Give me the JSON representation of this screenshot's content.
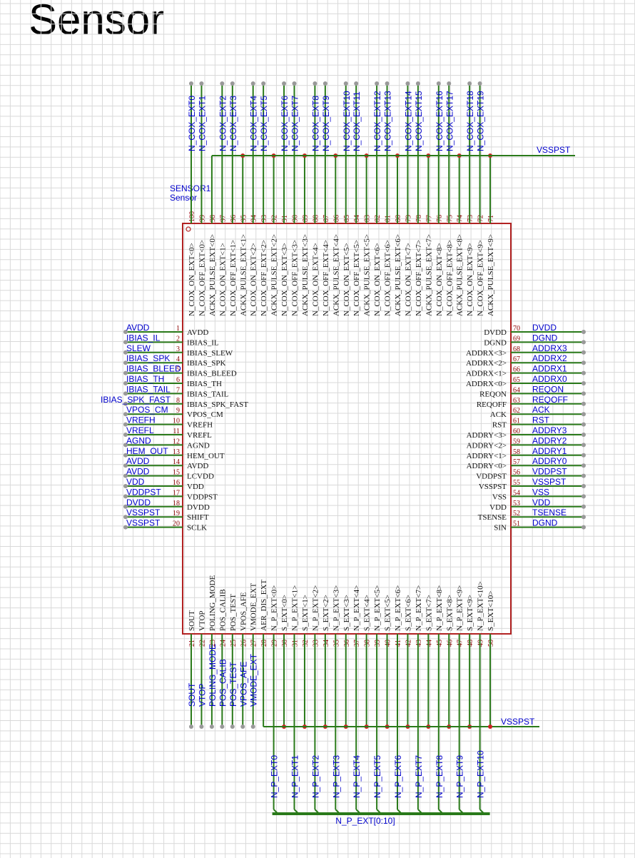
{
  "page_title": "Sensor",
  "instance": {
    "ref": "SENSOR1",
    "value": "Sensor"
  },
  "colors": {
    "wire": "#2a7a1a",
    "part_outline": "#b22222",
    "pin_number": "#8b0000",
    "net_label": "#0000cc",
    "pin_name": "#111111",
    "junction": "#cc2222",
    "terminal": "#999999",
    "grid": "#d9d9d9"
  },
  "pins": {
    "left": [
      {
        "num": "1",
        "name": "AVDD",
        "net": "AVDD"
      },
      {
        "num": "2",
        "name": "IBIAS_IL",
        "net": "IBIAS_IL"
      },
      {
        "num": "3",
        "name": "IBIAS_SLEW",
        "net": "SLEW"
      },
      {
        "num": "4",
        "name": "IBIAS_SPK",
        "net": "IBIAS_SPK"
      },
      {
        "num": "5",
        "name": "IBIAS_BLEED",
        "net": "IBIAS_BLEED"
      },
      {
        "num": "6",
        "name": "IBIAS_TH",
        "net": "IBIAS_TH"
      },
      {
        "num": "7",
        "name": "IBIAS_TAIL",
        "net": "IBIAS_TAIL"
      },
      {
        "num": "8",
        "name": "IBIAS_SPK_FAST",
        "net": "IBIAS_SPK_FAST"
      },
      {
        "num": "9",
        "name": "VPOS_CM",
        "net": "VPOS_CM"
      },
      {
        "num": "10",
        "name": "VREFH",
        "net": "VREFH"
      },
      {
        "num": "11",
        "name": "VREFL",
        "net": "VREFL"
      },
      {
        "num": "12",
        "name": "AGND",
        "net": "AGND"
      },
      {
        "num": "13",
        "name": "HEM_OUT",
        "net": "HEM_OUT"
      },
      {
        "num": "14",
        "name": "AVDD",
        "net": "AVDD"
      },
      {
        "num": "15",
        "name": "LCVDD",
        "net": "AVDD"
      },
      {
        "num": "16",
        "name": "VDD",
        "net": "VDD"
      },
      {
        "num": "17",
        "name": "VDDPST",
        "net": "VDDPST"
      },
      {
        "num": "18",
        "name": "DVDD",
        "net": "DVDD"
      },
      {
        "num": "19",
        "name": "SHIFT",
        "net": "VSSPST"
      },
      {
        "num": "20",
        "name": "SCLK",
        "net": "VSSPST"
      }
    ],
    "right": [
      {
        "num": "70",
        "name": "DVDD",
        "net": "DVDD"
      },
      {
        "num": "69",
        "name": "DGND",
        "net": "DGND"
      },
      {
        "num": "68",
        "name": "ADDRX<3>",
        "net": "ADDRX3"
      },
      {
        "num": "67",
        "name": "ADDRX<2>",
        "net": "ADDRX2"
      },
      {
        "num": "66",
        "name": "ADDRX<1>",
        "net": "ADDRX1"
      },
      {
        "num": "65",
        "name": "ADDRX<0>",
        "net": "ADDRX0"
      },
      {
        "num": "64",
        "name": "REQON",
        "net": "REQON"
      },
      {
        "num": "63",
        "name": "REQOFF",
        "net": "REQOFF"
      },
      {
        "num": "62",
        "name": "ACK",
        "net": "ACK"
      },
      {
        "num": "61",
        "name": "RST",
        "net": "RST"
      },
      {
        "num": "60",
        "name": "ADDRY<3>",
        "net": "ADDRY3"
      },
      {
        "num": "59",
        "name": "ADDRY<2>",
        "net": "ADDRY2"
      },
      {
        "num": "58",
        "name": "ADDRY<1>",
        "net": "ADDRY1"
      },
      {
        "num": "57",
        "name": "ADDRY<0>",
        "net": "ADDRY0"
      },
      {
        "num": "56",
        "name": "VDDPST",
        "net": "VDDPST"
      },
      {
        "num": "55",
        "name": "VSSPST",
        "net": "VSSPST"
      },
      {
        "num": "54",
        "name": "VSS",
        "net": "VSS"
      },
      {
        "num": "53",
        "name": "VDD",
        "net": "VDD"
      },
      {
        "num": "52",
        "name": "TSENSE",
        "net": "TSENSE"
      },
      {
        "num": "51",
        "name": "SIN",
        "net": "DGND"
      }
    ],
    "top": [
      {
        "num": "100",
        "name": "N_COX_ON_EXT<0>"
      },
      {
        "num": "99",
        "name": "N_COX_OFF_EXT<0>"
      },
      {
        "num": "98",
        "name": "ACKX_PULSE_EXT<0>"
      },
      {
        "num": "97",
        "name": "N_COX_ON_EXT<1>"
      },
      {
        "num": "96",
        "name": "N_COX_OFF_EXT<1>"
      },
      {
        "num": "95",
        "name": "ACKX_PULSE_EXT<1>"
      },
      {
        "num": "94",
        "name": "N_COX_ON_EXT<2>"
      },
      {
        "num": "93",
        "name": "N_COX_OFF_EXT<2>"
      },
      {
        "num": "92",
        "name": "ACKX_PULSE_EXT<2>"
      },
      {
        "num": "91",
        "name": "N_COX_ON_EXT<3>"
      },
      {
        "num": "90",
        "name": "N_COX_OFF_EXT<3>"
      },
      {
        "num": "89",
        "name": "ACKX_PULSE_EXT<3>"
      },
      {
        "num": "88",
        "name": "N_COX_ON_EXT<4>"
      },
      {
        "num": "87",
        "name": "N_COX_OFF_EXT<4>"
      },
      {
        "num": "86",
        "name": "ACKX_PULSE_EXT<4>"
      },
      {
        "num": "85",
        "name": "N_COX_ON_EXT<5>"
      },
      {
        "num": "84",
        "name": "N_COX_OFF_EXT<5>"
      },
      {
        "num": "83",
        "name": "ACKX_PULSE_EXT<5>"
      },
      {
        "num": "82",
        "name": "N_COX_ON_EXT<6>"
      },
      {
        "num": "81",
        "name": "N_COX_OFF_EXT<6>"
      },
      {
        "num": "80",
        "name": "ACKX_PULSE_EXT<6>"
      },
      {
        "num": "79",
        "name": "N_COX_ON_EXT<7>"
      },
      {
        "num": "78",
        "name": "N_COX_OFF_EXT<7>"
      },
      {
        "num": "77",
        "name": "ACKX_PULSE_EXT<7>"
      },
      {
        "num": "76",
        "name": "N_COX_ON_EXT<8>"
      },
      {
        "num": "75",
        "name": "N_COX_OFF_EXT<8>"
      },
      {
        "num": "74",
        "name": "ACKX_PULSE_EXT<8>"
      },
      {
        "num": "73",
        "name": "N_COX_ON_EXT<9>"
      },
      {
        "num": "72",
        "name": "N_COX_OFF_EXT<9>"
      },
      {
        "num": "71",
        "name": "ACKX_PULSE_EXT<9>"
      }
    ],
    "bottom": [
      {
        "num": "21",
        "name": "SOUT"
      },
      {
        "num": "22",
        "name": "VTOP"
      },
      {
        "num": "23",
        "name": "POLING_MODE"
      },
      {
        "num": "24",
        "name": "POS_CALIB"
      },
      {
        "num": "25",
        "name": "POS_TEST"
      },
      {
        "num": "26",
        "name": "VPOS_AFE"
      },
      {
        "num": "27",
        "name": "VMODE_EXT"
      },
      {
        "num": "28",
        "name": "AER_DIS_EXT"
      },
      {
        "num": "29",
        "name": "N_P_EXT<0>"
      },
      {
        "num": "30",
        "name": "S_EXT<0>"
      },
      {
        "num": "31",
        "name": "N_P_EXT<1>"
      },
      {
        "num": "32",
        "name": "S_EXT<1>"
      },
      {
        "num": "33",
        "name": "N_P_EXT<2>"
      },
      {
        "num": "34",
        "name": "S_EXT<2>"
      },
      {
        "num": "35",
        "name": "N_P_EXT<3>"
      },
      {
        "num": "36",
        "name": "S_EXT<3>"
      },
      {
        "num": "37",
        "name": "N_P_EXT<4>"
      },
      {
        "num": "38",
        "name": "S_EXT<4>"
      },
      {
        "num": "39",
        "name": "N_P_EXT<5>"
      },
      {
        "num": "40",
        "name": "S_EXT<5>"
      },
      {
        "num": "41",
        "name": "N_P_EXT<6>"
      },
      {
        "num": "42",
        "name": "S_EXT<6>"
      },
      {
        "num": "43",
        "name": "N_P_EXT<7>"
      },
      {
        "num": "44",
        "name": "S_EXT<7>"
      },
      {
        "num": "45",
        "name": "N_P_EXT<8>"
      },
      {
        "num": "46",
        "name": "S_EXT<8>"
      },
      {
        "num": "47",
        "name": "N_P_EXT<9>"
      },
      {
        "num": "48",
        "name": "S_EXT<9>"
      },
      {
        "num": "49",
        "name": "N_P_EXT<10>"
      },
      {
        "num": "50",
        "name": "S_EXT<10>"
      }
    ]
  },
  "top_net_labels": [
    "N_COX_EXT0",
    "N_COX_EXT1",
    "N_COX_EXT2",
    "N_COX_EXT3",
    "N_COX_EXT4",
    "N_COX_EXT5",
    "N_COX_EXT6",
    "N_COX_EXT7",
    "N_COX_EXT8",
    "N_COX_EXT9",
    "N_COX_EXT10",
    "N_COX_EXT11",
    "N_COX_EXT12",
    "N_COX_EXT13",
    "N_COX_EXT14",
    "N_COX_EXT15",
    "N_COX_EXT16",
    "N_COX_EXT17",
    "N_COX_EXT18",
    "N_COX_EXT19"
  ],
  "top_supply_net": "VSSPST",
  "bottom_control_labels": [
    "SOUT",
    "VTOP",
    "POLING_MODE",
    "POS_CALIB",
    "POS_TEST",
    "VPOS_AFE",
    "VMODE_EXT"
  ],
  "bottom_supply_net": "VSSPST",
  "bus_entry_labels": [
    "N_P_EXT0",
    "N_P_EXT1",
    "N_P_EXT2",
    "N_P_EXT3",
    "N_P_EXT4",
    "N_P_EXT5",
    "N_P_EXT6",
    "N_P_EXT7",
    "N_P_EXT8",
    "N_P_EXT9",
    "N_P_EXT10"
  ],
  "bus_label": "N_P_EXT[0:10]"
}
